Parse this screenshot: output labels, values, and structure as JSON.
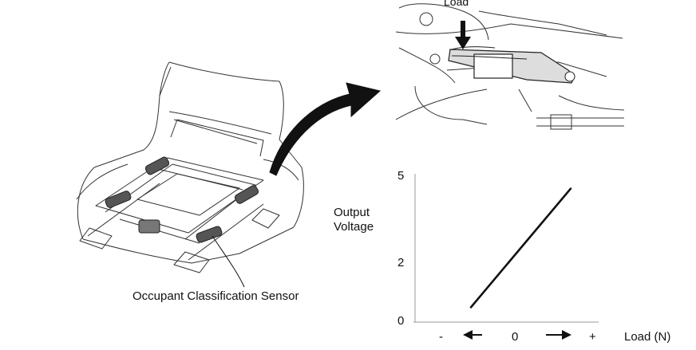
{
  "labels": {
    "load_top": "Load",
    "sensor": "Occupant Classification Sensor",
    "output_line1": "Output",
    "output_line2": "Voltage",
    "xlabel": "Load (N)"
  },
  "chart_data": {
    "type": "line",
    "title": "",
    "xlabel": "Load (N)",
    "ylabel": "Output Voltage",
    "x_ticks": [
      "-",
      "0",
      "+"
    ],
    "y_ticks": [
      "0",
      "2",
      "5"
    ],
    "ylim": [
      0,
      5
    ],
    "series": [
      {
        "x": [
          -0.55,
          0.7
        ],
        "y": [
          0.5,
          4.5
        ]
      }
    ],
    "grid": false
  }
}
